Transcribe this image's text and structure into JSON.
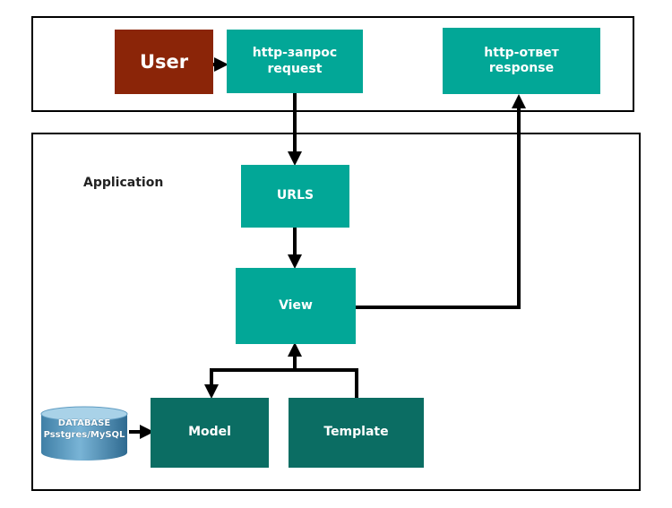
{
  "user": {
    "label": "User",
    "color": "#8b2508"
  },
  "request": {
    "line1": "http-запрос",
    "line2": "request"
  },
  "response": {
    "line1": "http-ответ",
    "line2": "response"
  },
  "app": {
    "label": "Application"
  },
  "urls": {
    "label": "URLS"
  },
  "view": {
    "label": "View"
  },
  "model": {
    "label": "Model"
  },
  "template": {
    "label": "Template"
  },
  "database": {
    "line1": "DATABASE",
    "line2": "Psstgres/MySQL"
  },
  "colors": {
    "teal": "#02a797",
    "dark_teal": "#0b6d63",
    "user": "#8b2508",
    "database": "#4a8db5",
    "lines": "#000000"
  }
}
